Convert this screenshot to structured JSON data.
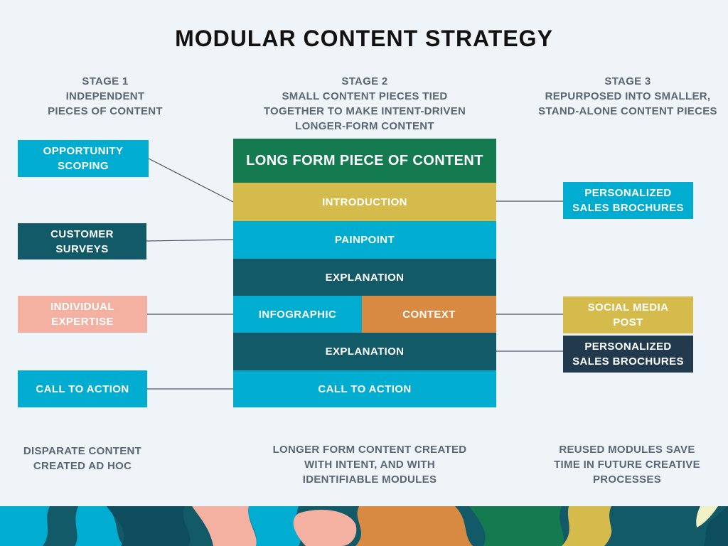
{
  "title": "MODULAR CONTENT STRATEGY",
  "stages": [
    {
      "lines": [
        "STAGE 1",
        "INDEPENDENT",
        "PIECES OF CONTENT"
      ]
    },
    {
      "lines": [
        "STAGE 2",
        "SMALL CONTENT PIECES TIED",
        "TOGETHER TO MAKE INTENT-DRIVEN",
        "LONGER-FORM CONTENT"
      ]
    },
    {
      "lines": [
        "STAGE 3",
        "REPURPOSED INTO SMALLER,",
        "STAND-ALONE CONTENT PIECES"
      ]
    }
  ],
  "left_pieces": [
    {
      "lines": [
        "OPPORTUNITY",
        "SCOPING"
      ],
      "color": "#00acd0"
    },
    {
      "lines": [
        "CUSTOMER",
        "SURVEYS"
      ],
      "color": "#125a68"
    },
    {
      "lines": [
        "INDIVIDUAL",
        "EXPERTISE"
      ],
      "color": "#f4b1a1"
    },
    {
      "lines": [
        "CALL TO ACTION"
      ],
      "color": "#00acd0"
    }
  ],
  "center": {
    "header": {
      "label": "LONG FORM PIECE OF CONTENT",
      "color": "#147b51"
    },
    "modules": {
      "introduction": {
        "label": "INTRODUCTION",
        "color": "#d5bb4c"
      },
      "painpoint": {
        "label": "PAINPOINT",
        "color": "#00acd0"
      },
      "explanation1": {
        "label": "EXPLANATION",
        "color": "#125a68"
      },
      "infographic": {
        "label": "INFOGRAPHIC",
        "color": "#00acd0"
      },
      "context": {
        "label": "CONTEXT",
        "color": "#d88942"
      },
      "explanation2": {
        "label": "EXPLANATION",
        "color": "#125a68"
      },
      "cta": {
        "label": "CALL TO ACTION",
        "color": "#00acd0"
      }
    }
  },
  "right_pieces": [
    {
      "lines": [
        "PERSONALIZED",
        "SALES BROCHURES"
      ],
      "color": "#00acd0"
    },
    {
      "lines": [
        "SOCIAL MEDIA",
        "POST"
      ],
      "color": "#d5bb4c"
    },
    {
      "lines": [
        "PERSONALIZED",
        "SALES BROCHURES"
      ],
      "color": "#223a4e"
    }
  ],
  "footers": [
    {
      "lines": [
        "DISPARATE CONTENT",
        "CREATED AD HOC"
      ]
    },
    {
      "lines": [
        "LONGER FORM CONTENT CREATED",
        "WITH INTENT, AND WITH",
        "IDENTIFIABLE MODULES"
      ]
    },
    {
      "lines": [
        "REUSED MODULES SAVE",
        "TIME IN FUTURE CREATIVE",
        "PROCESSES"
      ]
    }
  ],
  "colors": {
    "background": "#eff4f8",
    "connector": "#4a5560",
    "deco_teal": "#00acd0",
    "deco_navy": "#125a68",
    "deco_pink": "#f4b1a1",
    "deco_orange": "#d88942",
    "deco_green": "#147b51",
    "deco_yellow": "#d5bb4c",
    "deco_light": "#eef2c4"
  }
}
